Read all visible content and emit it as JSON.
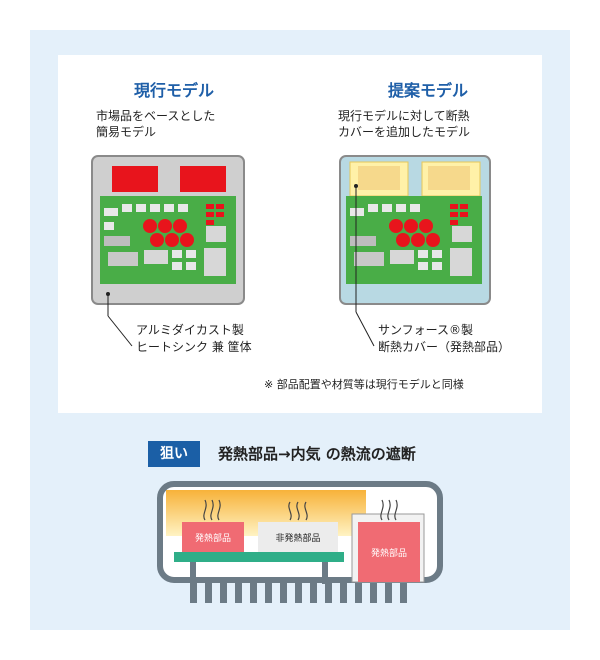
{
  "current_model": {
    "title": "現行モデル",
    "desc_lines": [
      "市場品をベースとした",
      "簡易モデル"
    ],
    "callout_lines": [
      "アルミダイカスト製",
      "ヒートシンク 兼 筐体"
    ]
  },
  "proposed_model": {
    "title": "提案モデル",
    "desc_lines": [
      "現行モデルに対して断熱",
      "カバーを追加したモデル"
    ],
    "callout_lines": [
      "サンフォース®製",
      "断熱カバー（発熱部品）"
    ]
  },
  "note": "※ 部品配置や材質等は現行モデルと同様",
  "aim": {
    "badge": "狙い",
    "text": "発熱部品→内気 の熱流の遮断"
  },
  "diagram": {
    "left_part": "発熱部品",
    "middle_part": "非発熱部品",
    "right_part": "発熱部品"
  },
  "colors": {
    "accent": "#1f5fa8",
    "hot_part": "#f06b73",
    "pcb": "#4cb04a",
    "background": "#e4f0fa"
  }
}
